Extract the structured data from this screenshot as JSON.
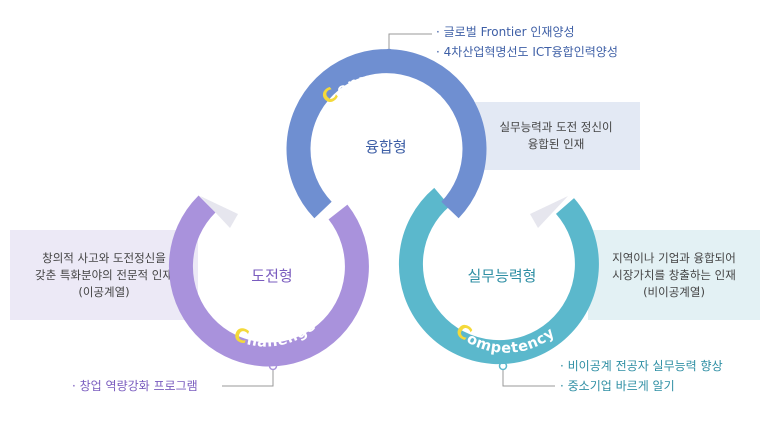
{
  "colors": {
    "convergence": "#6f8fd1",
    "challenge": "#a992dc",
    "competency": "#5bb8cc",
    "accent_letter": "#f4d93a"
  },
  "convergence": {
    "ring_label_initial": "C",
    "ring_label_rest": "onvergence",
    "center_label": "융합형",
    "description": [
      "실무능력과 도전 정신이",
      "융합된 인재"
    ],
    "bullets": [
      "글로벌 Frontier 인재양성",
      "4차산업혁명선도 ICT융합인력양성"
    ]
  },
  "challenge": {
    "ring_label_initial": "C",
    "ring_label_rest": "hallenge",
    "center_label": "도전형",
    "description": [
      "창의적 사고와 도전정신을",
      "갖춘 특화분야의 전문적 인재",
      "(이공계열)"
    ],
    "bullets": [
      "창업 역량강화 프로그램"
    ]
  },
  "competency": {
    "ring_label_initial": "C",
    "ring_label_rest": "ompetency",
    "center_label": "실무능력형",
    "description": [
      "지역이나 기업과 융합되어",
      "시장가치를 창출하는 인재",
      "(비이공계열)"
    ],
    "bullets": [
      "비이공계 전공자 실무능력 향상",
      "중소기업 바르게 알기"
    ]
  }
}
